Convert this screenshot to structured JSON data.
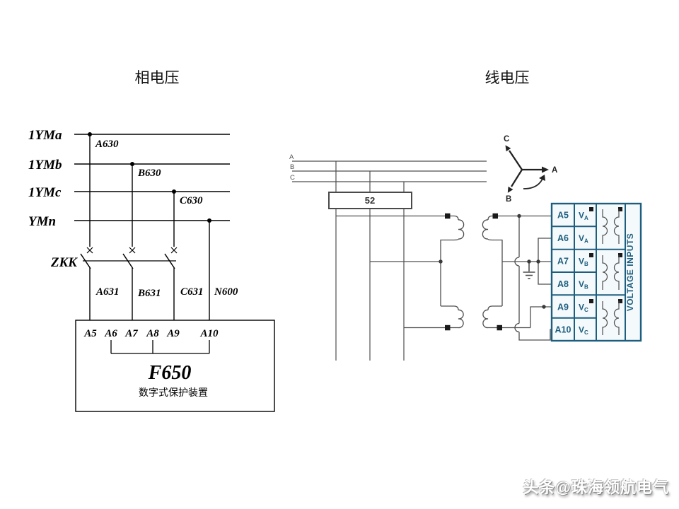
{
  "titles": {
    "left": "相电压",
    "right": "线电压"
  },
  "colors": {
    "left_line": "#000000",
    "right_line": "#4f4f4f",
    "accent": "#1d5e7f",
    "polarity_mark": "#1a1a1a"
  },
  "left_diagram": {
    "bus_labels": [
      "1YMa",
      "1YMb",
      "1YMc",
      "YMn"
    ],
    "tap_labels": [
      "A630",
      "B630",
      "C630"
    ],
    "switch_label": "ZKK",
    "wire_labels": [
      "A631",
      "B631",
      "C631",
      "N600"
    ],
    "terminals": [
      "A5",
      "A6",
      "A7",
      "A8",
      "A9",
      "A10"
    ],
    "device": {
      "model": "F650",
      "description": "数字式保护装置"
    }
  },
  "right_diagram": {
    "bus_labels": [
      "A",
      "B",
      "C"
    ],
    "breaker_label": "52",
    "phasor_labels": [
      "A",
      "B",
      "C"
    ],
    "block": {
      "terminals": [
        "A5",
        "A6",
        "A7",
        "A8",
        "A9",
        "A10"
      ],
      "v_labels": [
        {
          "main": "V",
          "sub": "A"
        },
        {
          "main": "V",
          "sub": "A"
        },
        {
          "main": "V",
          "sub": "B"
        },
        {
          "main": "V",
          "sub": "B"
        },
        {
          "main": "V",
          "sub": "C"
        },
        {
          "main": "V",
          "sub": "C"
        }
      ],
      "side_label": "VOLTAGE INPUTS"
    }
  },
  "watermark": {
    "text": "头条@珠海领航电气"
  }
}
